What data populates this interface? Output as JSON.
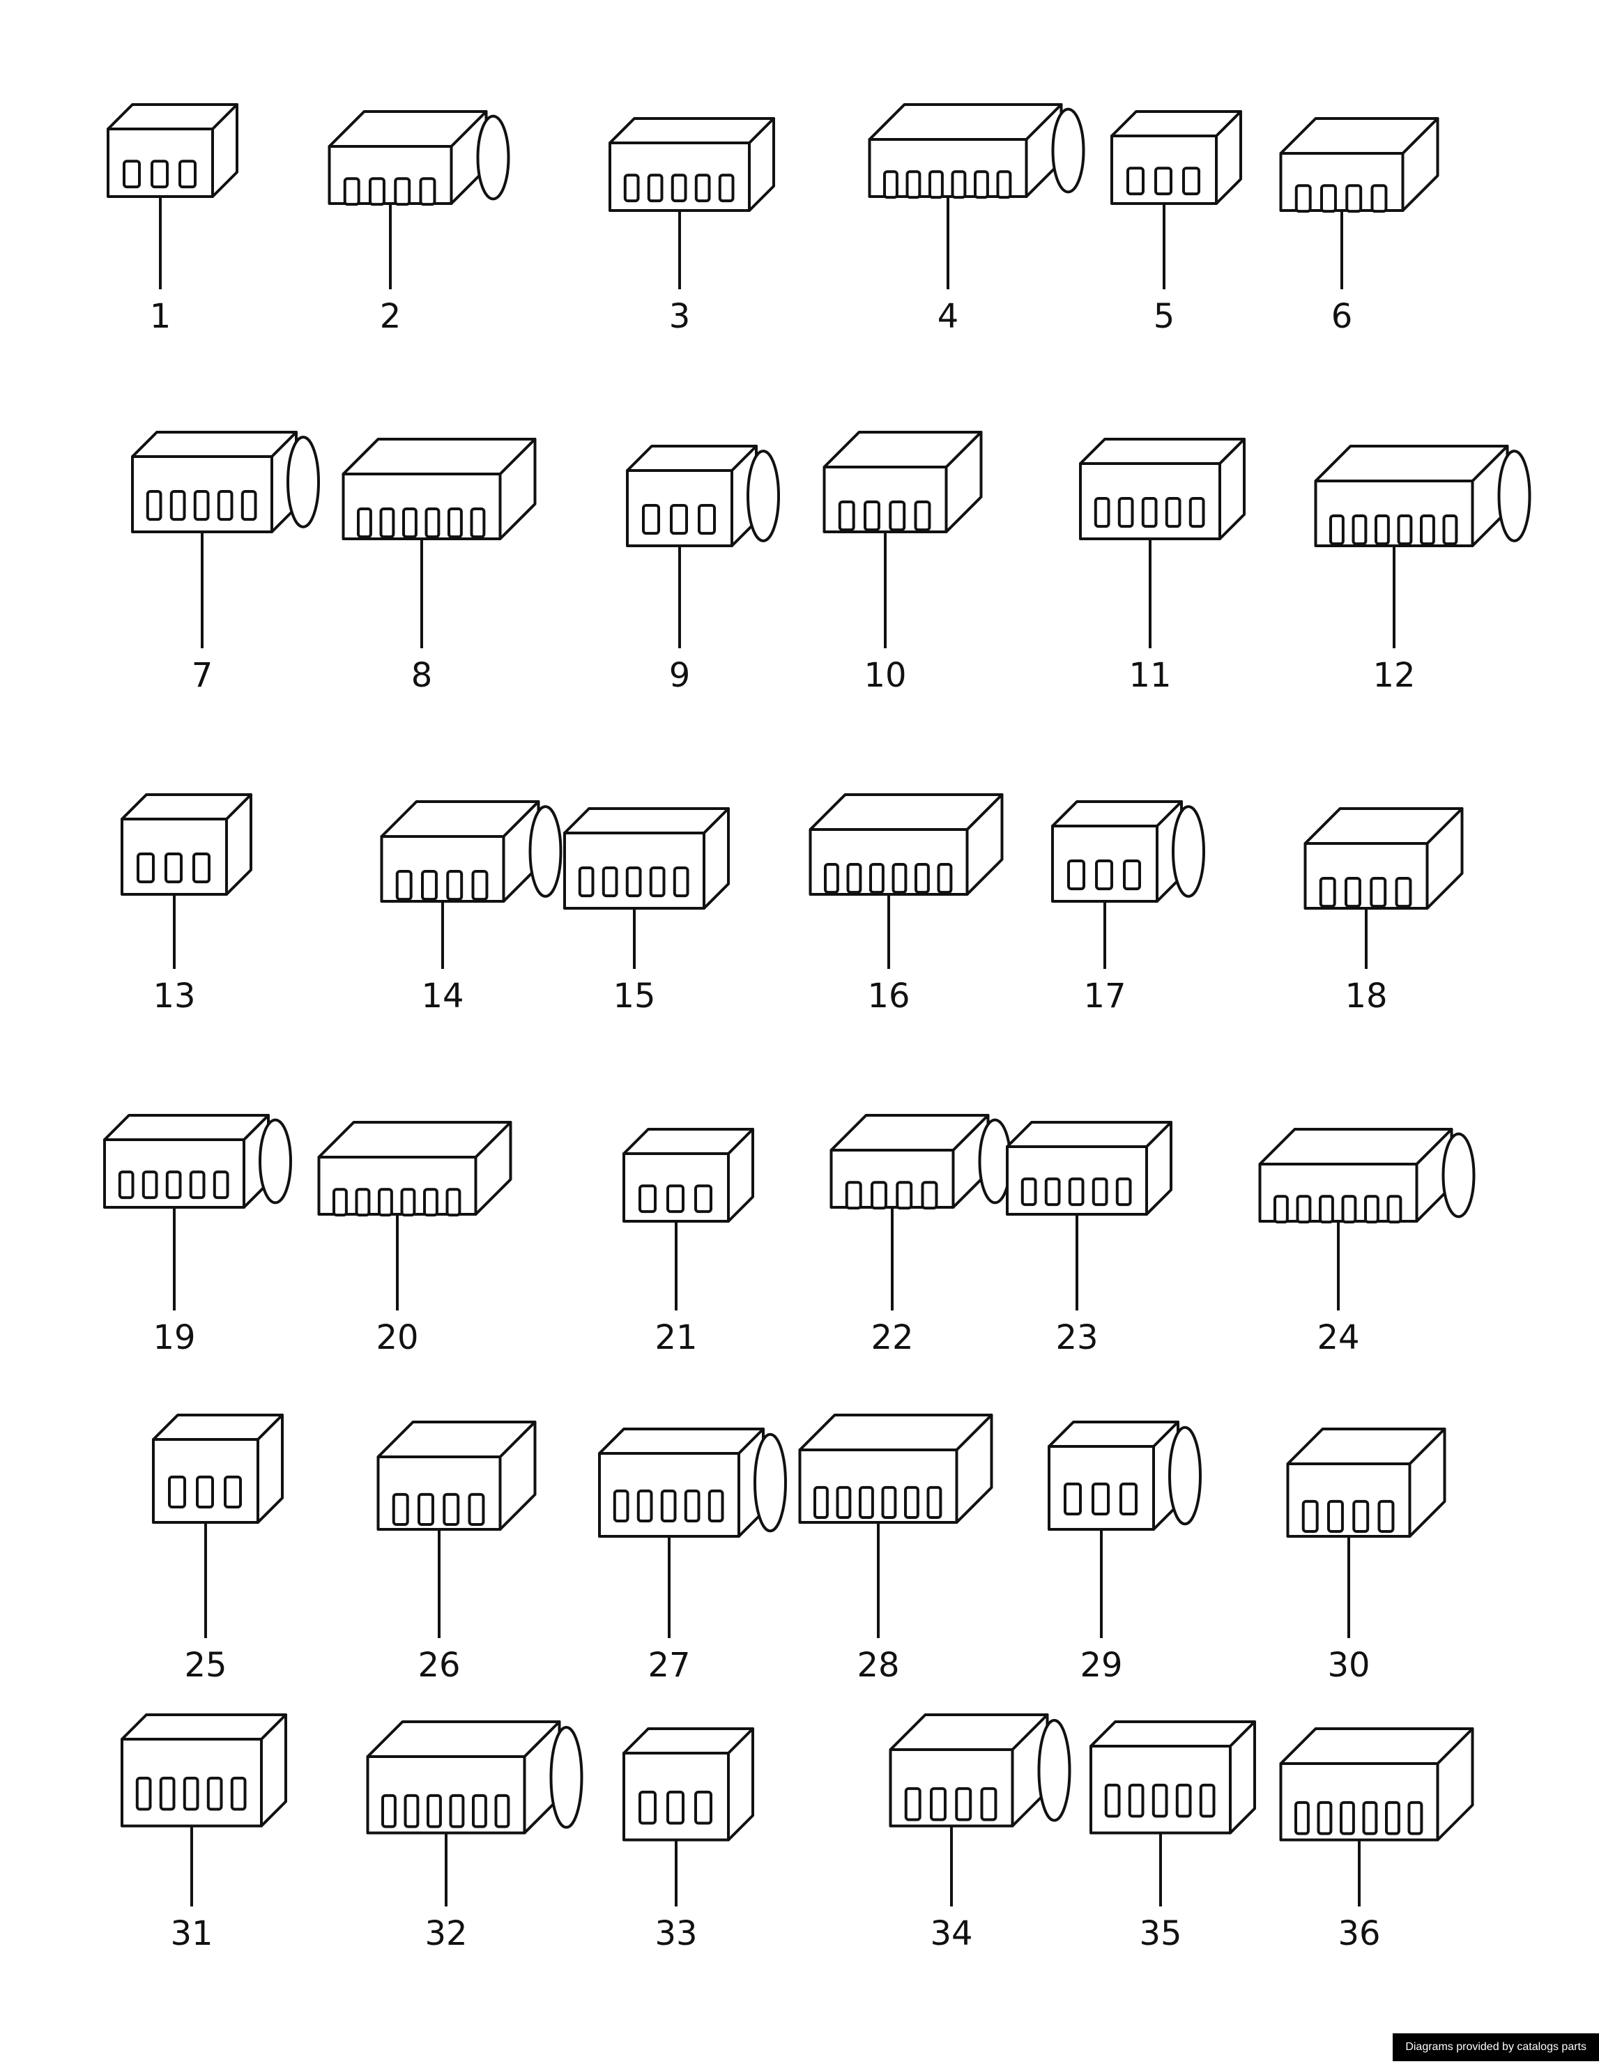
{
  "diagram": {
    "part_numbers": [
      "1",
      "2",
      "3",
      "4",
      "5",
      "6",
      "7",
      "8",
      "9",
      "10",
      "11",
      "12",
      "13",
      "14",
      "15",
      "16",
      "17",
      "18",
      "19",
      "20",
      "21",
      "22",
      "23",
      "24",
      "25",
      "26",
      "27",
      "28",
      "29",
      "30",
      "31",
      "32",
      "33",
      "34",
      "35",
      "36"
    ]
  },
  "footer": {
    "credit": "Diagrams provided by catalogs parts"
  }
}
